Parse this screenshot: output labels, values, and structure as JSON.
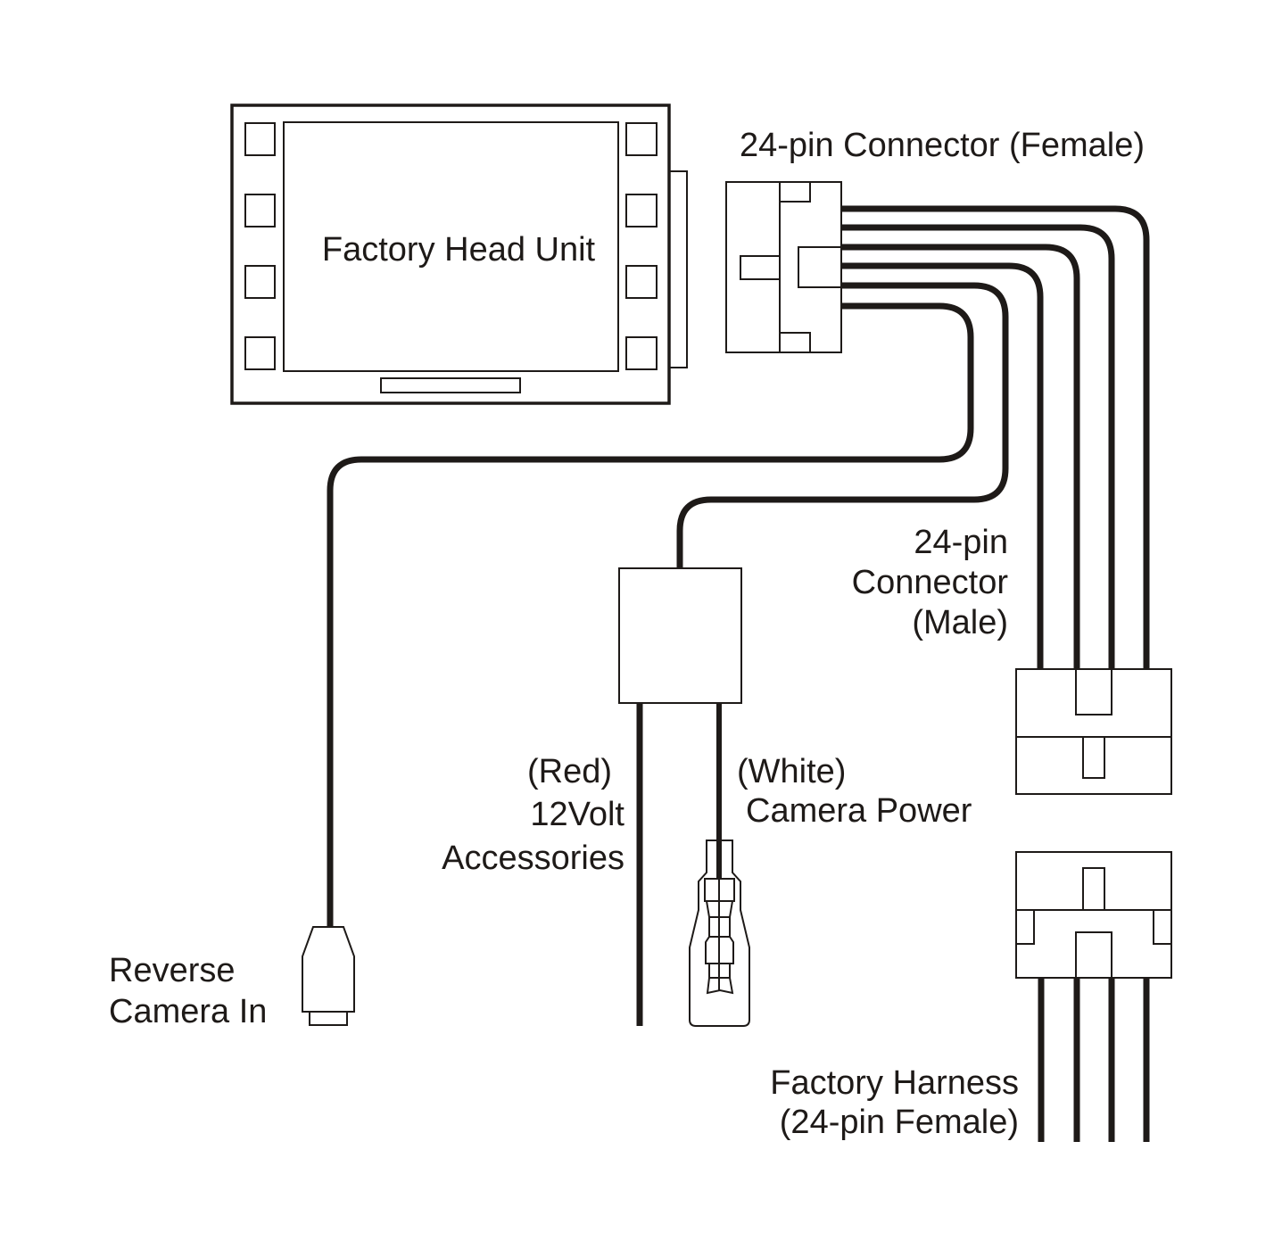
{
  "diagram": {
    "type": "wiring-diagram",
    "components": {
      "head_unit": {
        "label": "Factory Head Unit",
        "buttons_per_side": 4
      },
      "female_connector": {
        "label": "24-pin Connector (Female)",
        "wire_count": 6
      },
      "male_connector": {
        "label_lines": [
          "24-pin",
          "Connector",
          "(Male)"
        ],
        "wire_count": 4
      },
      "factory_harness": {
        "label_lines": [
          "Factory Harness",
          "(24-pin Female)"
        ],
        "wire_count": 4
      },
      "power_box": {
        "label": ""
      },
      "red_wire": {
        "label_lines": [
          "(Red)",
          "12Volt",
          "Accessories"
        ],
        "color_name": "Red"
      },
      "white_wire": {
        "label_lines": [
          "(White)",
          "Camera Power"
        ],
        "color_name": "White"
      },
      "reverse_camera": {
        "label_lines": [
          "Reverse",
          "Camera In"
        ]
      }
    },
    "connections": [
      {
        "from": "female_connector",
        "to": "male_connector",
        "wires": 4
      },
      {
        "from": "female_connector",
        "to": "power_box",
        "wires": 1
      },
      {
        "from": "female_connector",
        "to": "reverse_camera",
        "wires": 1
      },
      {
        "from": "power_box",
        "to": "red_wire",
        "wires": 1
      },
      {
        "from": "power_box",
        "to": "white_wire",
        "wires": 1
      }
    ],
    "colors": {
      "line": "#1e1a18",
      "background": "#ffffff"
    }
  }
}
